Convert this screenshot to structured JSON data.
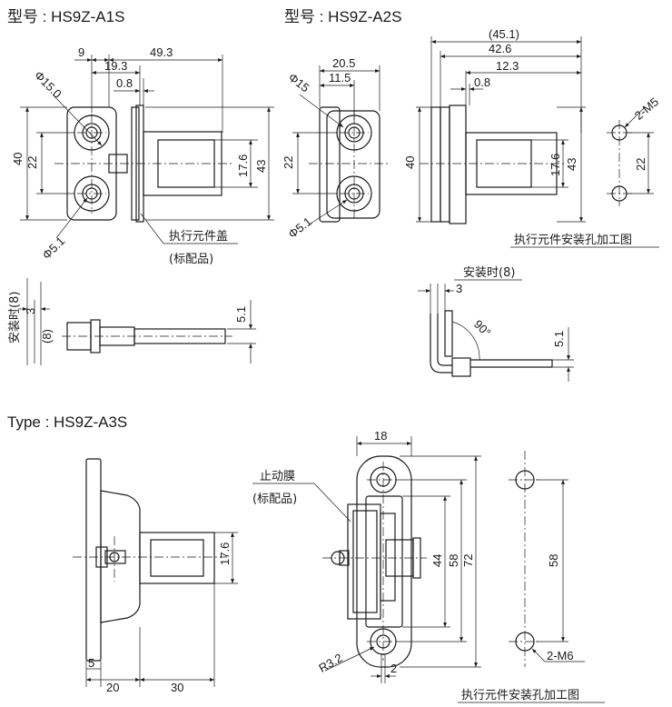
{
  "titles": {
    "a1s": "型号 : HS9Z-A1S",
    "a2s": "型号 : HS9Z-A2S",
    "a3s": "Type : HS9Z-A3S"
  },
  "a1s": {
    "dims": [
      "9",
      "49.3",
      "19.3",
      "0.8",
      "Φ15.0",
      "40",
      "22",
      "17.6",
      "43",
      "Φ5.1"
    ],
    "callout_line1": "执行元件盖",
    "callout_line2": "(标配品)",
    "side": {
      "installed": "安装时(8)",
      "d3": "3",
      "d8": "(8)",
      "d51": "5.1"
    }
  },
  "a2s": {
    "dims": [
      "20.5",
      "11.5",
      "Φ15",
      "22",
      "Φ5.1",
      "40",
      "(45.1)",
      "42.6",
      "12.3",
      "0.8",
      "17.6",
      "43"
    ],
    "mount": {
      "thread": "2-M5",
      "spacing": "22",
      "caption": "执行元件安装孔加工图"
    },
    "side": {
      "installed": "安装时(8)",
      "d3": "3",
      "angle": "90°",
      "d51": "5.1"
    }
  },
  "a3s": {
    "dims": [
      "17.6",
      "5",
      "20",
      "30",
      "18",
      "44",
      "58",
      "72",
      "R3.2",
      "2"
    ],
    "callout_line1": "止动膜",
    "callout_line2": "(标配品)",
    "mount": {
      "spacing": "58",
      "thread": "2-M6",
      "caption": "执行元件安装孔加工图"
    }
  }
}
